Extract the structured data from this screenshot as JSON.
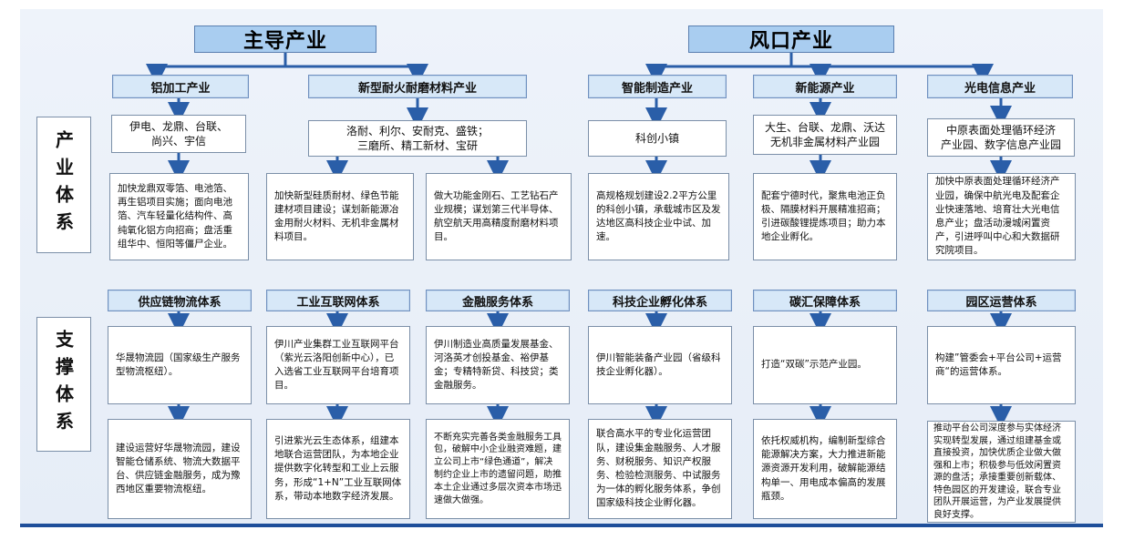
{
  "top_headers": {
    "leading": "主导产业",
    "emerging": "风口产业"
  },
  "side_labels": {
    "industry": "产业体系",
    "support": "支撑体系"
  },
  "industry": [
    {
      "title": "铝加工产业",
      "companies": "伊电、龙鼎、台联、\n尚兴、宇信",
      "details": [
        "加快龙鼎双零箔、电池箔、再生铝项目实施；面向电池箔、汽车轻量化结构件、高纯氧化铝方向招商；盘活重组华中、恒阳等僵尸企业。"
      ]
    },
    {
      "title": "新型耐火耐磨材料产业",
      "companies": "洛耐、利尔、安耐克、盛铁；\n三磨所、精工新材、宝研",
      "details": [
        "加快新型硅质耐材、绿色节能建材项目建设；谋划新能源冶金用耐火材料、无机非金属材料项目。",
        "做大功能金刚石、工艺钻石产业规模；谋划第三代半导体、航空航天用高精度耐磨材料项目。"
      ]
    },
    {
      "title": "智能制造产业",
      "companies": "科创小镇",
      "details": [
        "高规格规划建设2.2平方公里的科创小镇，承载城市区及发达地区高科技企业中试、加速。"
      ]
    },
    {
      "title": "新能源产业",
      "companies": "大生、台联、龙鼎、沃达\n无机非金属材料产业园",
      "details": [
        "配套宁德时代，聚焦电池正负极、隔膜材料开展精准招商；引进碳酸锂提炼项目；助力本地企业孵化。"
      ]
    },
    {
      "title": "光电信息产业",
      "companies": "中原表面处理循环经济\n产业园、数字信息产业园",
      "details": [
        "加快中原表面处理循环经济产业园，确保中航光电及配套企业快速落地、培育壮大光电信息产业；盘活动漫城闲置资产，引进呼叫中心和大数据研究院项目。"
      ]
    }
  ],
  "support": [
    {
      "title": "供应链物流体系",
      "top": "华晟物流园（国家级生产服务型物流枢纽）。",
      "bottom": "建设运营好华晟物流园，建设智能仓储系统、物流大数据平台、供应链金融服务，成为豫西地区重要物流枢纽。"
    },
    {
      "title": "工业互联网体系",
      "top": "伊川产业集群工业互联网平台（紫光云洛阳创新中心），已入选省工业互联网平台培育项目。",
      "bottom": "引进紫光云生态体系，组建本地联合运营团队，为本地企业提供数字化转型和工业上云服务，形成“1+N”工业互联网体系，带动本地数字经济发展。"
    },
    {
      "title": "金融服务体系",
      "top": "伊川制造业高质量发展基金、河洛英才创投基金、裕伊基金；专精特新贷、科技贷；类金融服务。",
      "bottom": "不断充实完善各类金融服务工具包，破解中小企业融资难题，建立公司上市“绿色通道”，解决制约企业上市的遗留问题，助推本土企业通过多层次资本市场迅速做大做强。"
    },
    {
      "title": "科技企业孵化体系",
      "top": "伊川智能装备产业园（省级科技企业孵化器）。",
      "bottom": "联合高水平的专业化运营团队，建设集金融服务、人才服务、财税服务、知识产权服务、检验检测服务、中试服务为一体的孵化服务体系，争创国家级科技企业孵化器。"
    },
    {
      "title": "碳汇保障体系",
      "top": "打造“双碳”示范产业园。",
      "bottom": "依托权威机构，编制新型综合能源解决方案，大力推进新能源资源开发利用，破解能源结构单一、用电成本偏高的发展瓶颈。"
    },
    {
      "title": "园区运营体系",
      "top": "构建”管委会+平台公司+运营商“的运营体系。",
      "bottom": "推动平台公司深度参与实体经济实现转型发展，通过组建基金或直接投资，加快优质企业做大做强和上市；积极参与低效闲置资源的盘活；承接重要创新载体、特色园区的开发建设，联合专业团队开展运营，为产业发展提供良好支撑。"
    }
  ],
  "colors": {
    "header_fill": "#a9cdf0",
    "sub_fill": "#d7e8f8",
    "arrow": "#2a5ea8",
    "bottom_bar": "#1f4f9a"
  }
}
